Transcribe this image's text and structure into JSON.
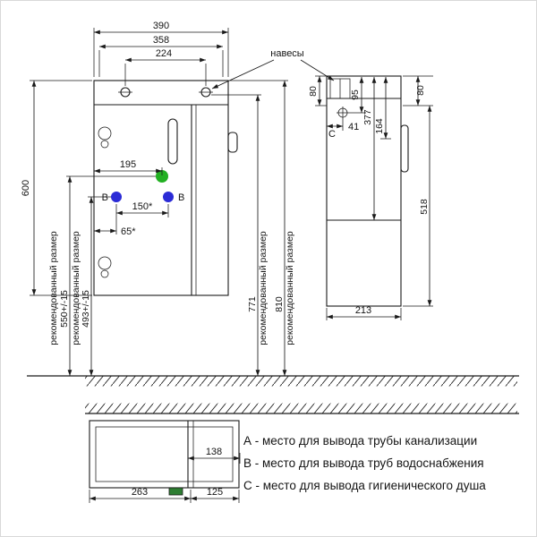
{
  "labels": {
    "hangers": "навесы",
    "recommended": "рекомендованный размер"
  },
  "front": {
    "width_total": "390",
    "width_inner": "358",
    "holes_span": "224",
    "height": "600",
    "sewage_offset": "195",
    "supply_span": "150*",
    "supply_offset": "65*",
    "sewage_height": "550+/-15",
    "supply_height": "493+/-15",
    "holes_height": "771",
    "top_height": "810",
    "point_b": "B"
  },
  "side": {
    "hanger_depth_left": "80",
    "shower_drop": "95",
    "dim_377": "377",
    "dim_164": "164",
    "hanger_depth_right": "80",
    "shower_offset": "41",
    "body_height": "518",
    "depth": "213",
    "point_c": "C"
  },
  "bottom_view": {
    "inner_width": "138",
    "left_width": "263",
    "right_width": "125"
  },
  "legend": {
    "lines": [
      "А - место для вывода трубы канализации",
      "В - место для вывода труб водоснабжения",
      "С - место для вывода гигиенического душа"
    ]
  },
  "colors": {
    "point_a": "#22b022",
    "point_b": "#2b2bd6",
    "drain": "#2e7d32"
  }
}
